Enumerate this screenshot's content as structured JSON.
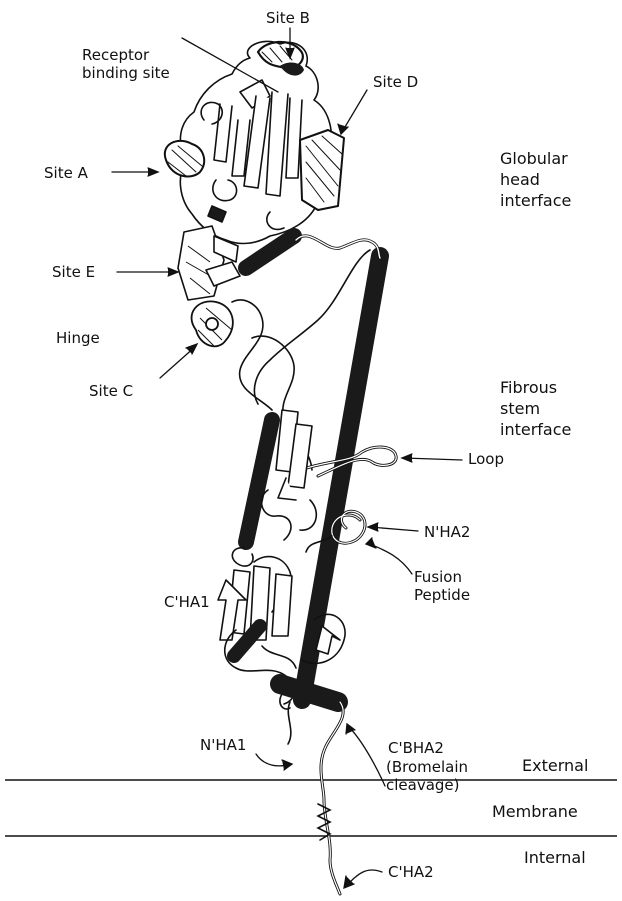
{
  "labels": {
    "site_b": "Site B",
    "receptor_binding_site": "Receptor binding site",
    "site_d": "Site D",
    "site_a": "Site A",
    "site_e": "Site E",
    "hinge": "Hinge",
    "site_c": "Site C",
    "loop": "Loop",
    "n_ha2": "N'HA2",
    "fusion_peptide": "Fusion Peptide",
    "c_ha1": "C'HA1",
    "n_ha1": "N'HA1",
    "c_bha2": "C'BHA2",
    "bromelain_cleavage": "(Bromelain cleavage)",
    "c_ha2": "C'HA2"
  },
  "interfaces": {
    "globular_head": "Globular head interface",
    "fibrous_stem": "Fibrous stem interface"
  },
  "membrane_zones": {
    "external": "External",
    "membrane": "Membrane",
    "internal": "Internal"
  },
  "colors": {
    "ink": "#111111",
    "helix_fill": "#1a1a1a",
    "paper": "#ffffff"
  }
}
